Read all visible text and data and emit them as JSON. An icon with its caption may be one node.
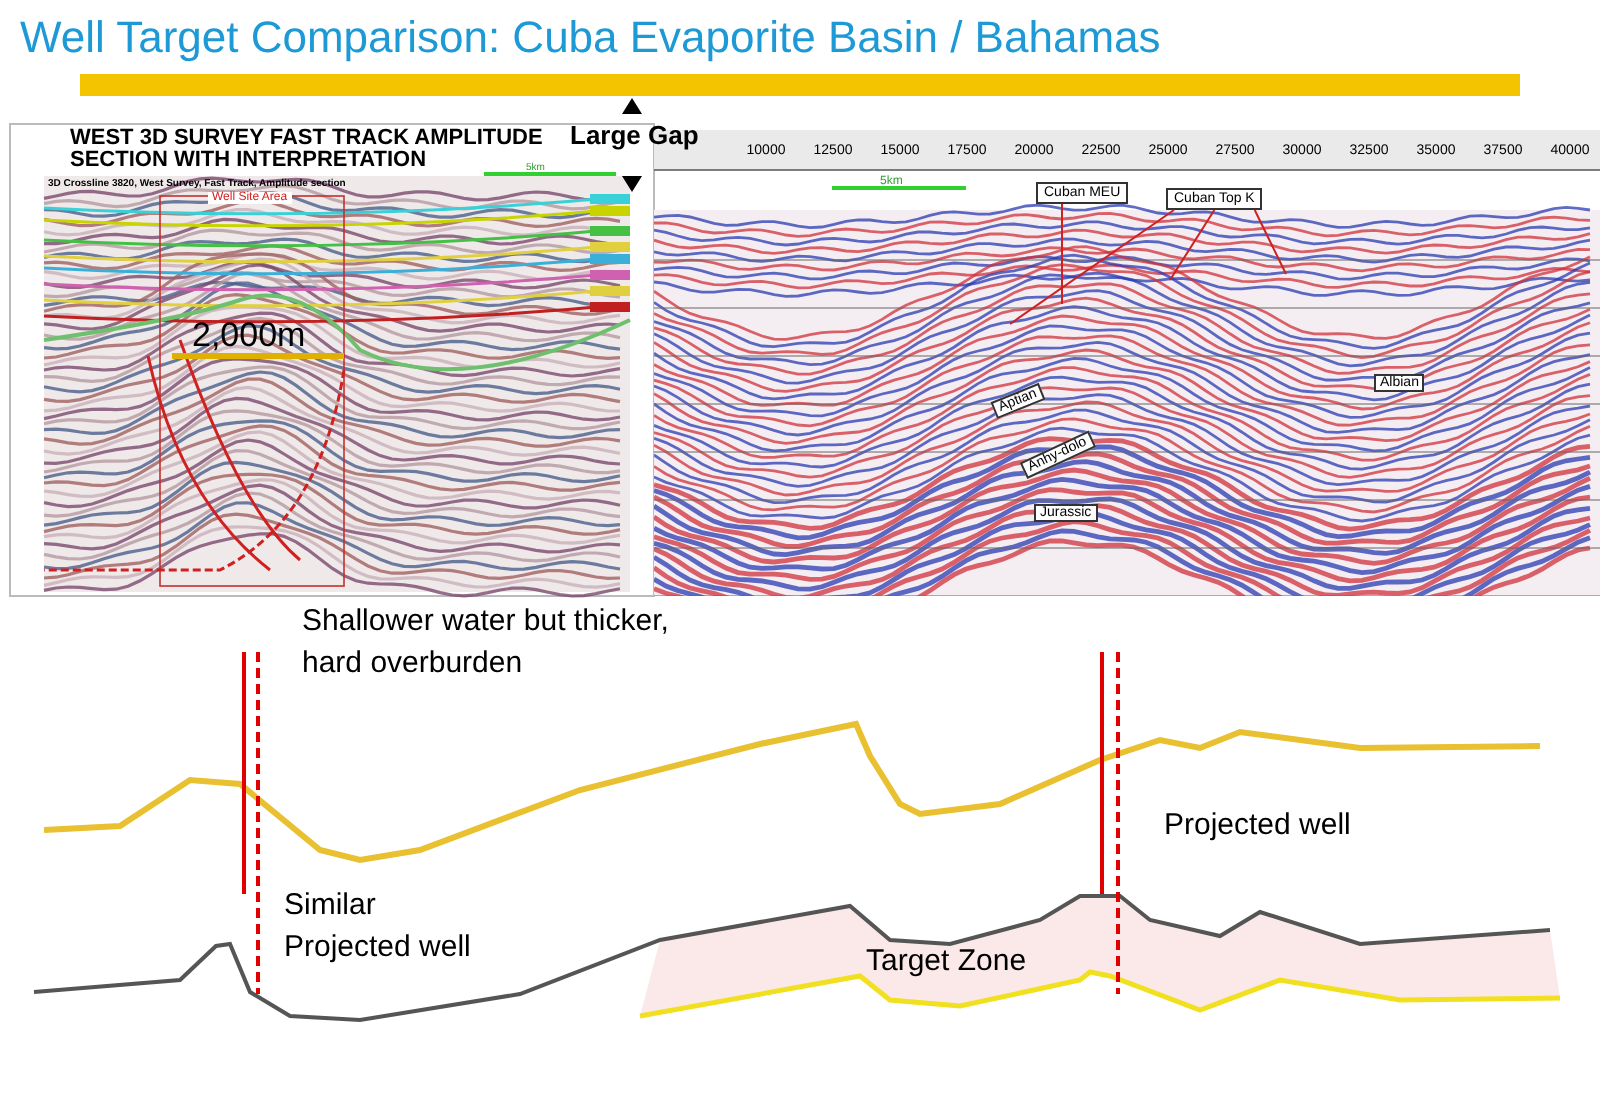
{
  "diagram": {
    "title": "Well Target Comparison: Cuba Evaporite Basin / Bahamas",
    "nodes": [
      {
        "text": [
          "Cuban MEU"
        ]
      },
      {
        "text": [
          "Cuban Top K"
        ]
      }
    ],
    "edges": [
      {
        "from": 0,
        "to": null,
        "arrow": "none"
      },
      {
        "from": 1,
        "to": null,
        "arrow": "none"
      },
      {
        "from": 1,
        "to": null,
        "arrow": "none"
      },
      {
        "from": 1,
        "to": null,
        "arrow": "none"
      }
    ],
    "labels": [
      "WEST 3D SURVEY FAST TRACK AMPLITUDE SECTION WITH INTERPRETATION",
      "Large Gap",
      "3D Crossline 3820, West Survey, Fast Track, Amplitude section",
      "5km",
      "10000",
      "12500",
      "15000",
      "17500",
      "20000",
      "22500",
      "25000",
      "27500",
      "30000",
      "32500",
      "35000",
      "37500",
      "40000",
      "Well Site Area",
      "5km",
      "2,000m",
      "Albian",
      "Aptian",
      "Anhy-dolo",
      "Jurassic",
      "Shallower water but thicker, hard overburden",
      "Projected well",
      "Similar Projected well",
      "Target Zone"
    ]
  }
}
